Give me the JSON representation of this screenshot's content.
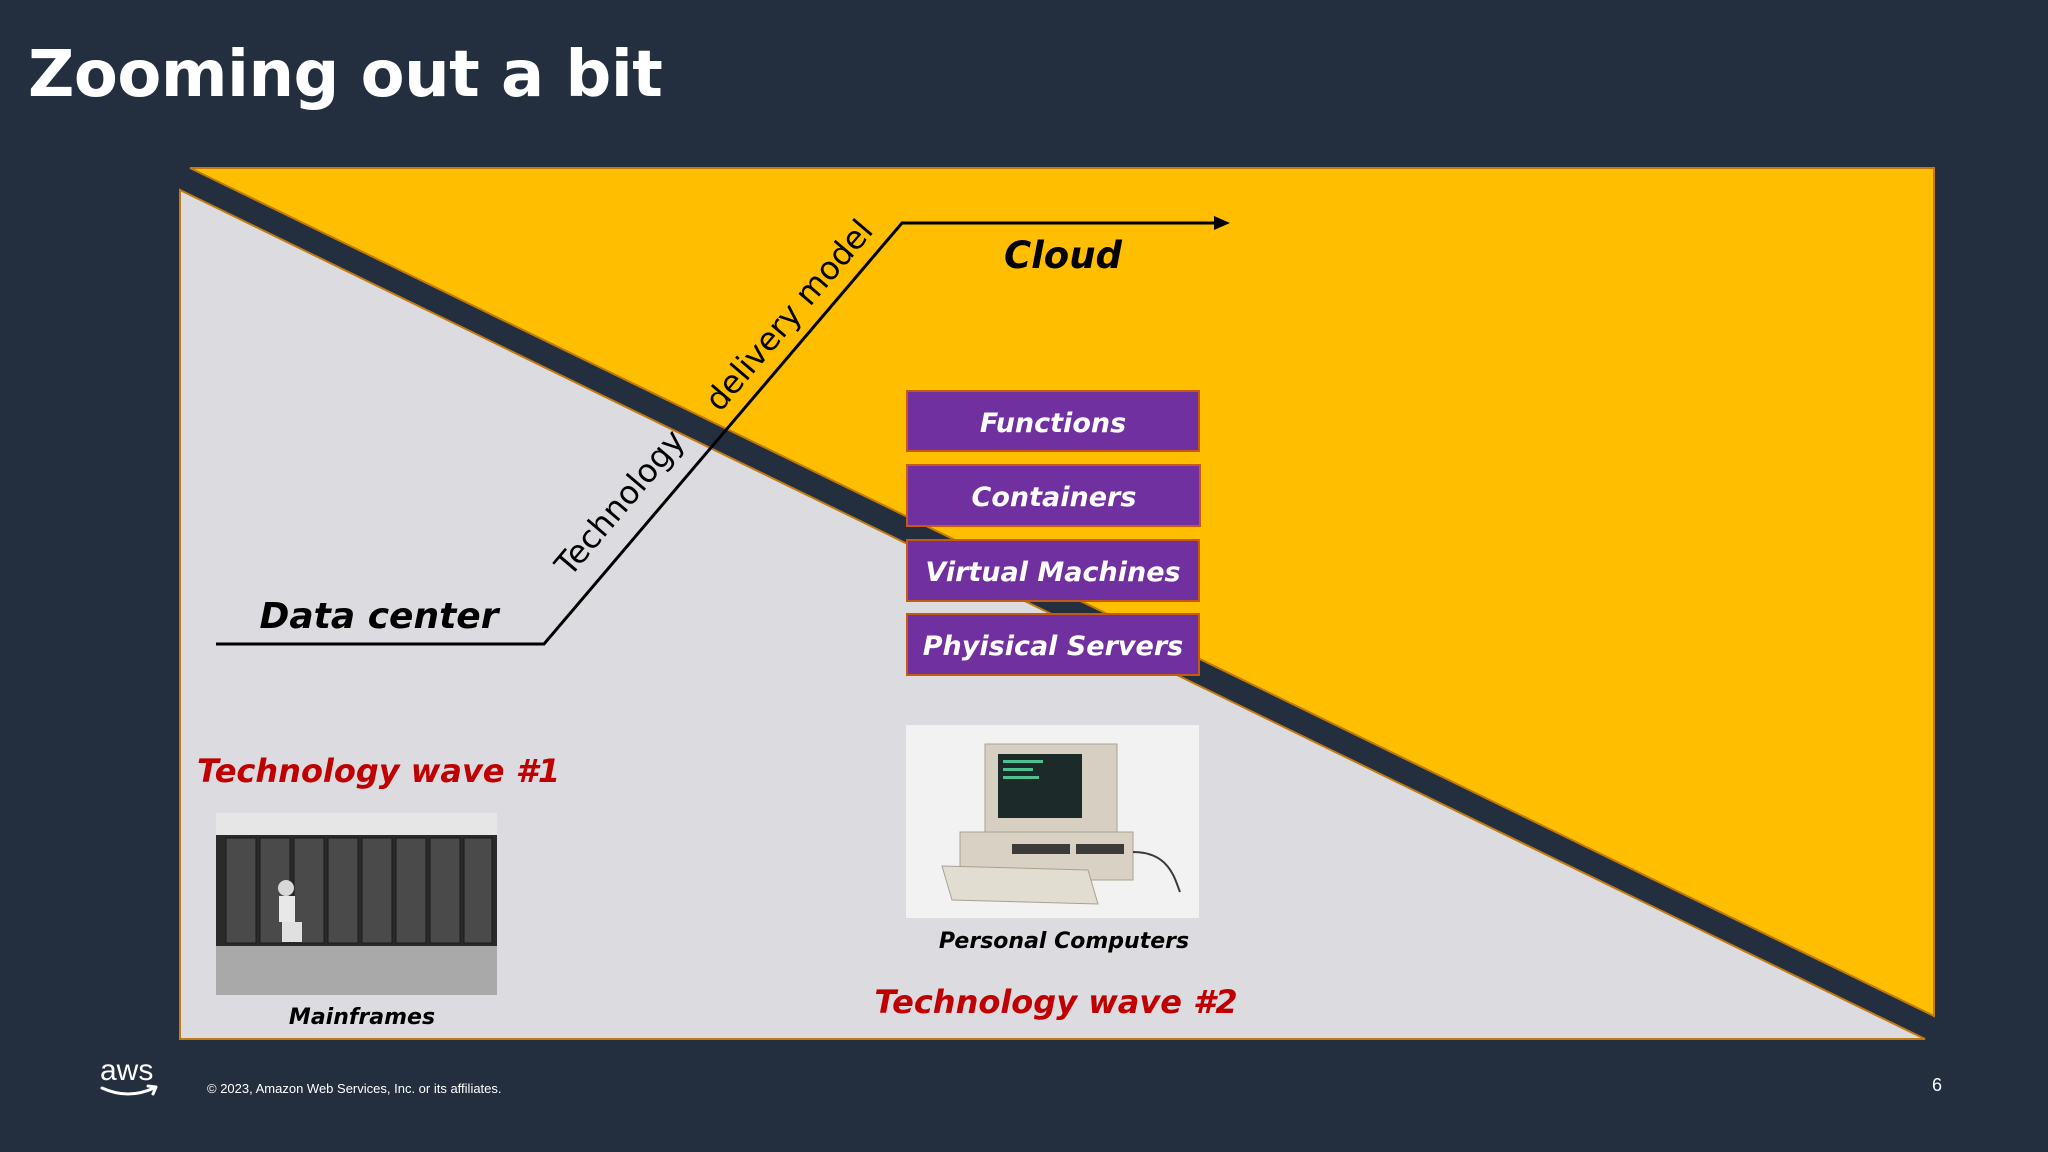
{
  "title": "Zooming out a bit",
  "diagram": {
    "line_label_1": "Technology",
    "line_label_2": "delivery model",
    "start_label": "Data center",
    "end_label": "Cloud",
    "stack": [
      "Functions",
      "Containers",
      "Virtual Machines",
      "Phyisical Servers"
    ],
    "wave_1": {
      "label": "Technology wave #1",
      "caption": "Mainframes"
    },
    "wave_2": {
      "label": "Technology wave #2",
      "caption": "Personal Computers"
    },
    "colors": {
      "background": "#232f3e",
      "cloud_region": "#ffbe00",
      "datacenter_region": "#dcdbdf",
      "stack_box": "#7030a0",
      "wave_label": "#c00000"
    }
  },
  "footer": {
    "logo_text": "aws",
    "copyright": "© 2023, Amazon Web Services, Inc. or its affiliates.",
    "page_number": "6"
  }
}
